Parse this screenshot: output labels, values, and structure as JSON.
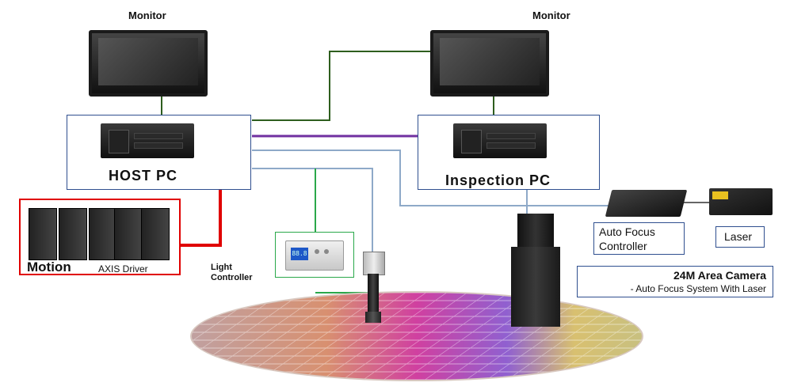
{
  "monitors": {
    "host_label": "Monitor",
    "inspection_label": "Monitor"
  },
  "host_pc": {
    "label": "HOST  PC"
  },
  "inspection_pc": {
    "label": "Inspection  PC"
  },
  "motion": {
    "title": "Motion",
    "subtitle": "AXIS  Driver"
  },
  "light_controller": {
    "line1": "Light",
    "line2": "Controller",
    "display": "88.8"
  },
  "auto_focus": {
    "line1": "Auto  Focus",
    "line2": "Controller"
  },
  "laser": {
    "label": "Laser"
  },
  "camera": {
    "title": "24M Area Camera",
    "subtitle": "- Auto Focus System With Laser"
  },
  "colors": {
    "monitor_link": "#2e5e1e",
    "pc_link": "#7030a0",
    "camera_link": "#8ea9c8",
    "light_link": "#2aa84a",
    "motion_link": "#e00000",
    "box_border_blue": "#2f4f8f",
    "box_border_red": "#e00000",
    "box_border_green": "#2aa84a"
  }
}
